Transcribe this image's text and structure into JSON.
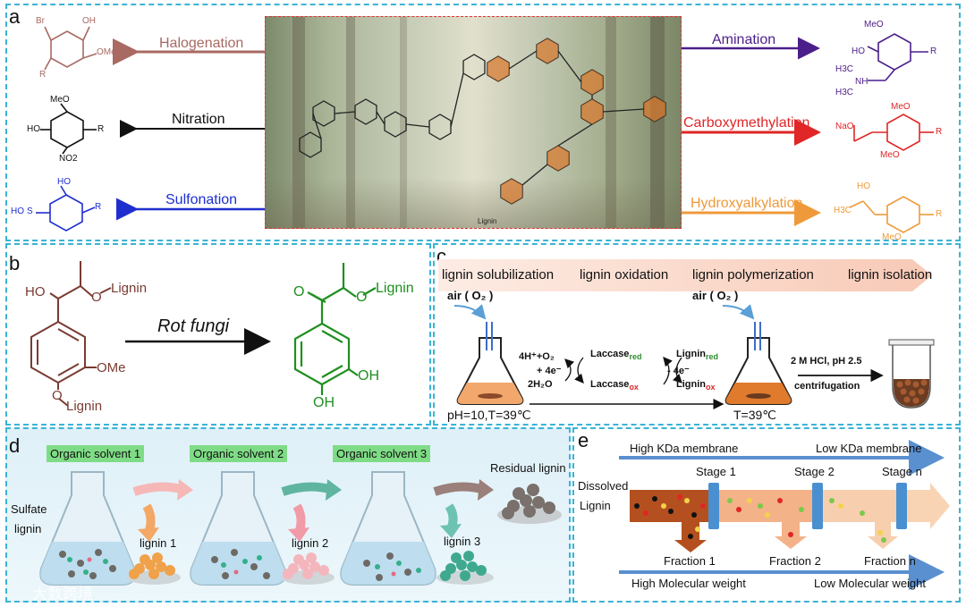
{
  "panels": {
    "a": "a",
    "b": "b",
    "c": "c",
    "d": "d",
    "e": "e"
  },
  "panel_a": {
    "left": [
      {
        "label": "Halogenation",
        "color": "#a86a63"
      },
      {
        "label": "Nitration",
        "color": "#111111"
      },
      {
        "label": "Sulfonation",
        "color": "#1e2fd0"
      }
    ],
    "right": [
      {
        "label": "Amination",
        "color": "#4b1f8a"
      },
      {
        "label": "Carboxymethylation",
        "color": "#e02626"
      },
      {
        "label": "Hydroxyalkylation",
        "color": "#ef9a3a"
      }
    ],
    "struct_labels": {
      "br": "Br",
      "oh": "OH",
      "ome": "OMe",
      "r": "R",
      "meo": "MeO",
      "no2": "NO2",
      "ho": "HO",
      "h3c": "H3C",
      "nh": "NH",
      "nao": "NaO",
      "o": "O",
      "s": "S",
      "lignin": "Lignin"
    }
  },
  "panel_b": {
    "reagent": "Rot fungi",
    "left": {
      "ho": "HO",
      "o_lignin": "O",
      "lignin_top": "Lignin",
      "ome": "OMe",
      "o_bottom": "O",
      "lignin_bottom": "Lignin"
    },
    "right": {
      "o": "O",
      "o_lignin": "O",
      "lignin": "Lignin",
      "oh1": "OH",
      "oh2": "OH"
    }
  },
  "panel_c": {
    "steps": [
      "lignin solubilization",
      "lignin oxidation",
      "lignin polymerization",
      "lignin isolation"
    ],
    "air_label": "air ( O₂ )",
    "left_cond": "pH=10,T=39℃",
    "right_cond": "T=39℃",
    "cycle": {
      "left_top": "4H⁺+O₂",
      "left_e": "+ 4e⁻",
      "left_bottom": "2H₂O",
      "laccase_red": "Laccase",
      "red_sub": "red",
      "laccase_ox": "Laccase",
      "ox_sub": "ox",
      "right_e": "- 4e⁻",
      "lignin_red": "Lignin",
      "lignin_ox": "Lignin"
    },
    "isolation_top": "2 M HCl, pH 2.5",
    "isolation_bottom": "centrifugation"
  },
  "panel_d": {
    "solvents": [
      "Organic solvent 1",
      "Organic solvent 2",
      "Organic solvent 3"
    ],
    "start": [
      "Sulfate",
      "lignin"
    ],
    "products": [
      "lignin 1",
      "lignin 2",
      "lignin 3"
    ],
    "residual": "Residual lignin",
    "watermark": "大数跨境"
  },
  "panel_e": {
    "top_left": "High KDa membrane",
    "top_right": "Low KDa membrane",
    "stages": [
      "Stage 1",
      "Stage 2",
      "Stage n"
    ],
    "dissolved": [
      "Dissolved",
      "Lignin"
    ],
    "fractions": [
      "Fraction 1",
      "Fraction 2",
      "Fraction n"
    ],
    "bottom_left": "High Molecular weight",
    "bottom_right": "Low Molecular weight"
  },
  "colors": {
    "panel_border": "#3bb3d6",
    "halogen": "#a86a63",
    "nitration": "#111111",
    "sulfonation": "#1e2fd0",
    "amination": "#4b1f8a",
    "carboxy": "#e02626",
    "hydroxy": "#ef9a3a",
    "rot_left": "#7a3b32",
    "rot_right": "#1f8f1f"
  }
}
